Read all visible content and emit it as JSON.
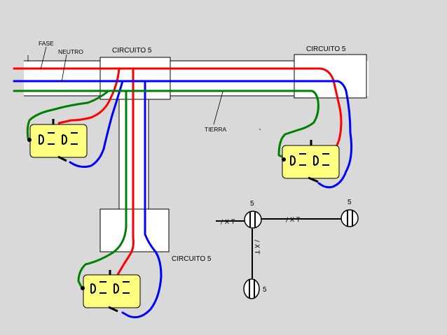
{
  "labels": {
    "fase": "FASE",
    "neutro": "NEUTRO",
    "tierra": "TIERRA",
    "circuito_left": "CIRCUITO 5",
    "circuito_right": "CIRCUITO 5",
    "circuito_bottom": "CIRCUITO 5"
  },
  "schematic": {
    "top_left": "5",
    "top_right": "5",
    "bottom": "5",
    "mark_left": "/ X T",
    "mark_right": "/ X T",
    "mark_vertical": "/ X T"
  },
  "colors": {
    "background": "#d9d9d9",
    "fase_wire": "#ff0000",
    "neutro_wire": "#0000ff",
    "tierra_wire": "#008000",
    "outlet_fill": "#ffff80"
  }
}
